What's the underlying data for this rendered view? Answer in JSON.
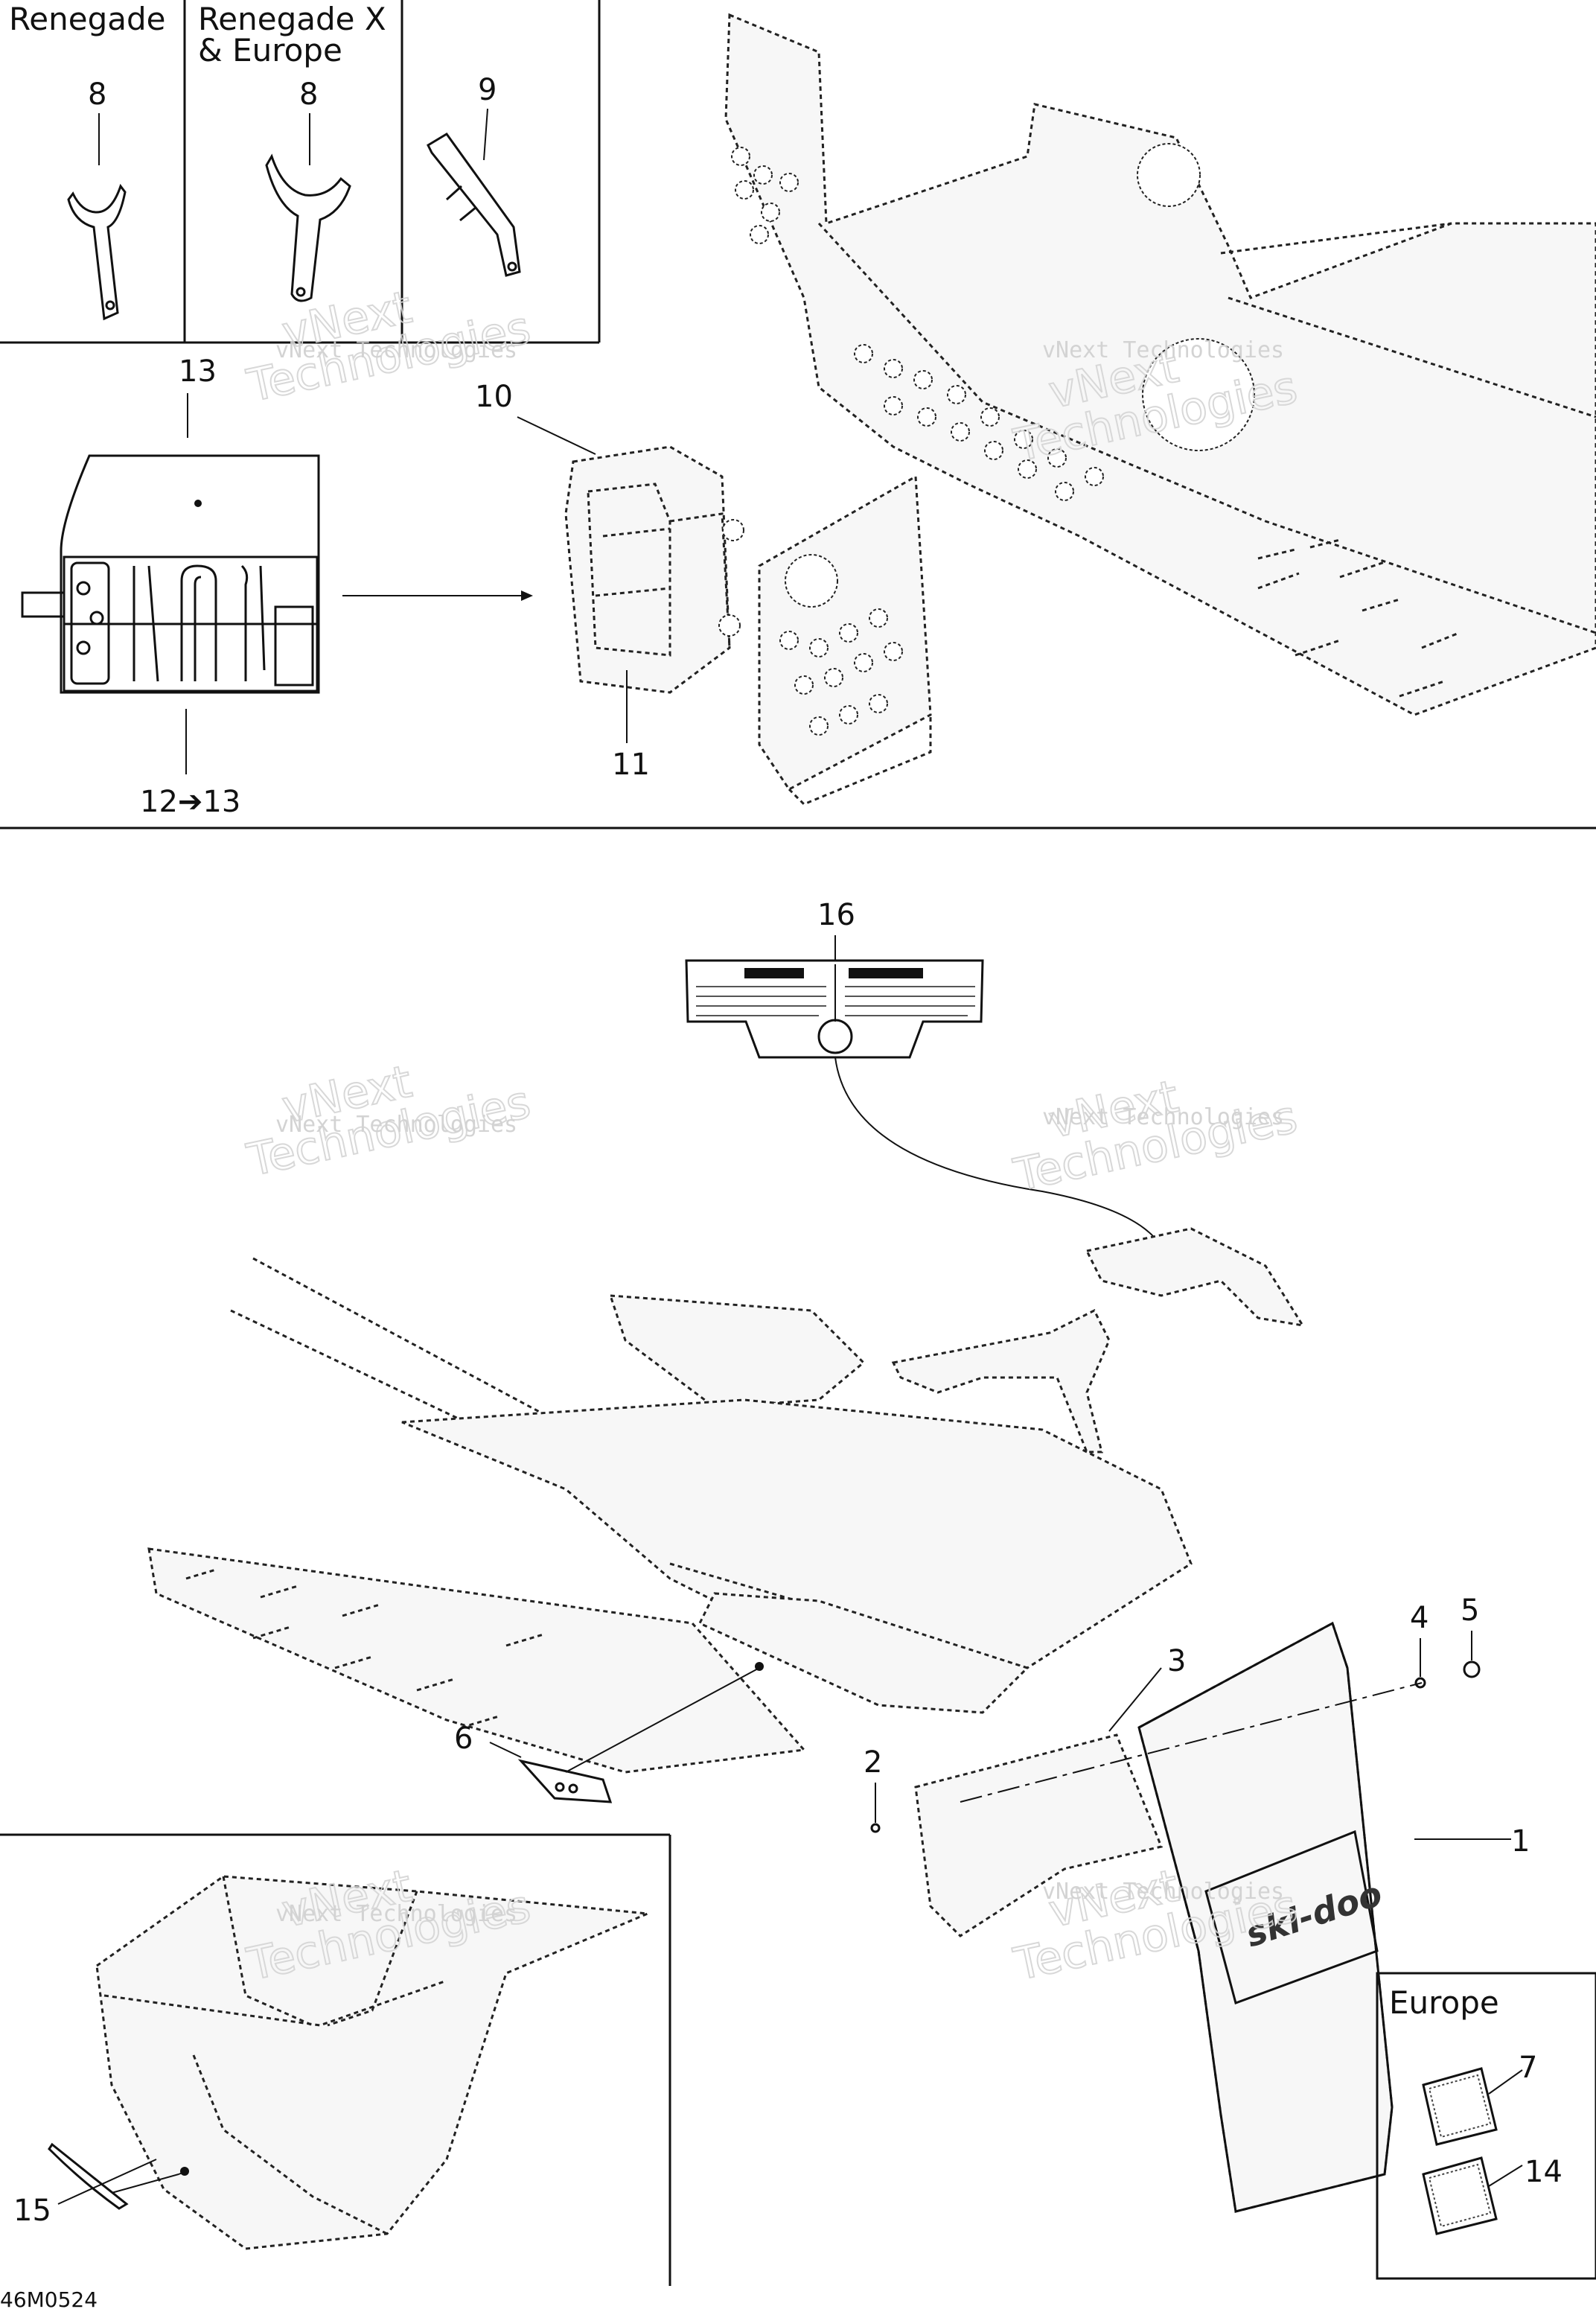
{
  "diagram": {
    "panels": {
      "renegade": "Renegade",
      "renegade_x_line1": "Renegade X",
      "renegade_x_line2": "& Europe",
      "europe": "Europe"
    },
    "callouts": {
      "c1": "1",
      "c2": "2",
      "c3": "3",
      "c4": "4",
      "c5": "5",
      "c6": "6",
      "c7": "7",
      "c8a": "8",
      "c8b": "8",
      "c9": "9",
      "c10": "10",
      "c11": "11",
      "c12_13": "12➔13",
      "c13": "13",
      "c14": "14",
      "c15": "15",
      "c16": "16"
    },
    "drawing_code": "46M0524",
    "watermark": {
      "line1": "vNext Technologies",
      "line2": "vNext",
      "line3": "Technologies"
    }
  }
}
